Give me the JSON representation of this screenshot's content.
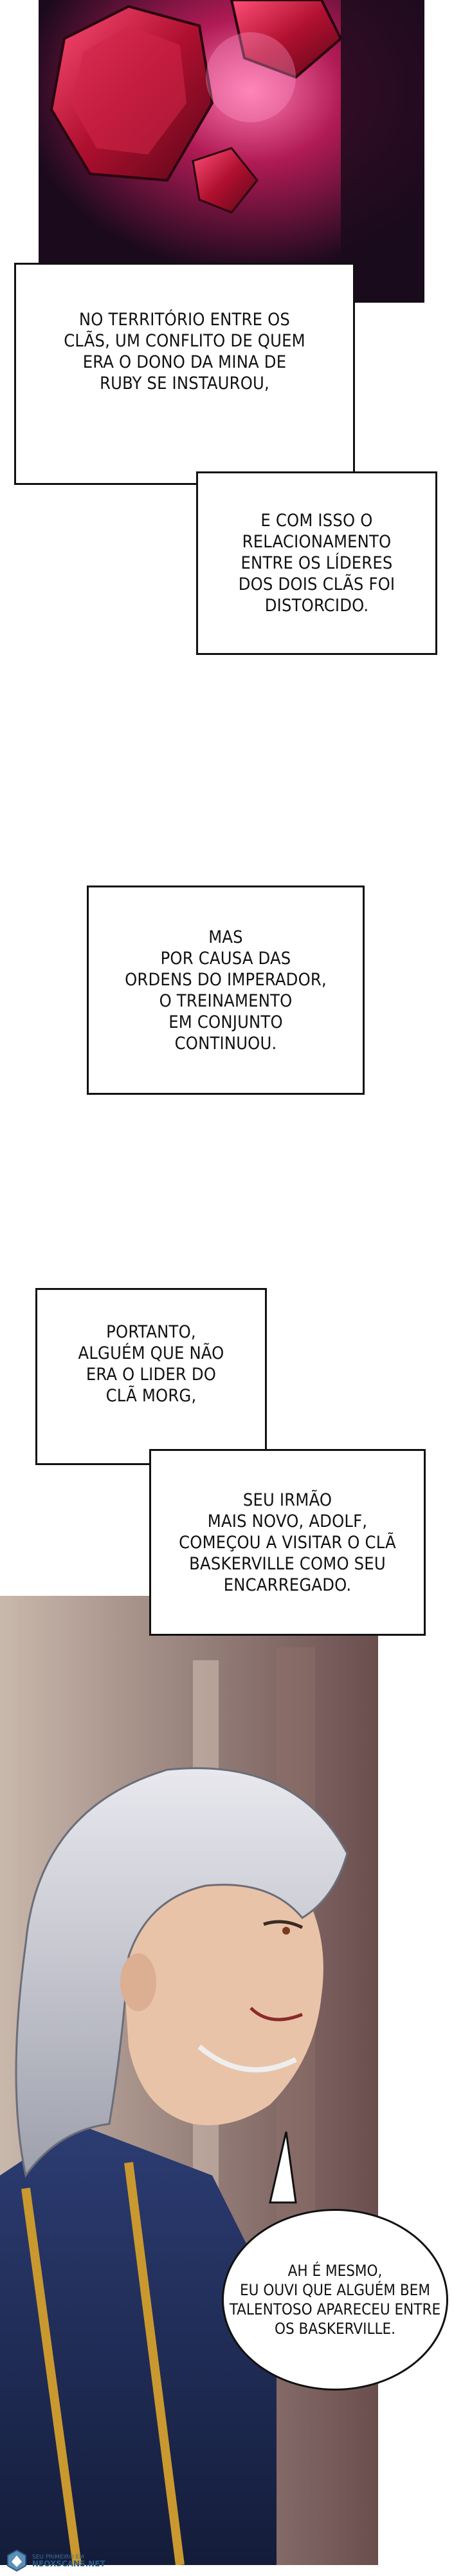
{
  "captions": {
    "c1": "NO TERRITÓRIO ENTRE OS\nCLÃS, UM CONFLITO DE QUEM\nERA O DONO DA MINA DE\nRUBY SE INSTAUROU,",
    "c2": "E COM ISSO O\nRELACIONAMENTO\nENTRE OS LÍDERES\nDOS DOIS CLÃS FOI\nDISTORCIDO.",
    "c3": "MAS\nPOR CAUSA DAS\nORDENS DO IMPERADOR,\nO TREINAMENTO\nEM CONJUNTO\nCONTINUOU.",
    "c4": "PORTANTO,\nALGUÉM QUE NÃO\nERA O LIDER DO\nCLÃ MORG,",
    "c5": "SEU IRMÃO\nMAIS NOVO, ADOLF,\nCOMEÇOU A VISITAR O CLÃ\nBASKERVILLE COMO SEU\nENCARREGADO."
  },
  "speech": {
    "bubble1": "AH É MESMO,\nEU OUVI QUE ALGUÉM BEM\nTALENTOSO APARECEU ENTRE\nOS BASKERVILLE."
  },
  "watermark": {
    "line1": "SEU PRIMEIRO EM",
    "line2": "NEOXSCANS.NET"
  },
  "colors": {
    "ruby": "#c0163d",
    "ruby_glow": "#ff3d7f",
    "dark": "#1a0a1c",
    "coat": "#1f2e5a",
    "gold": "#c9992f"
  }
}
